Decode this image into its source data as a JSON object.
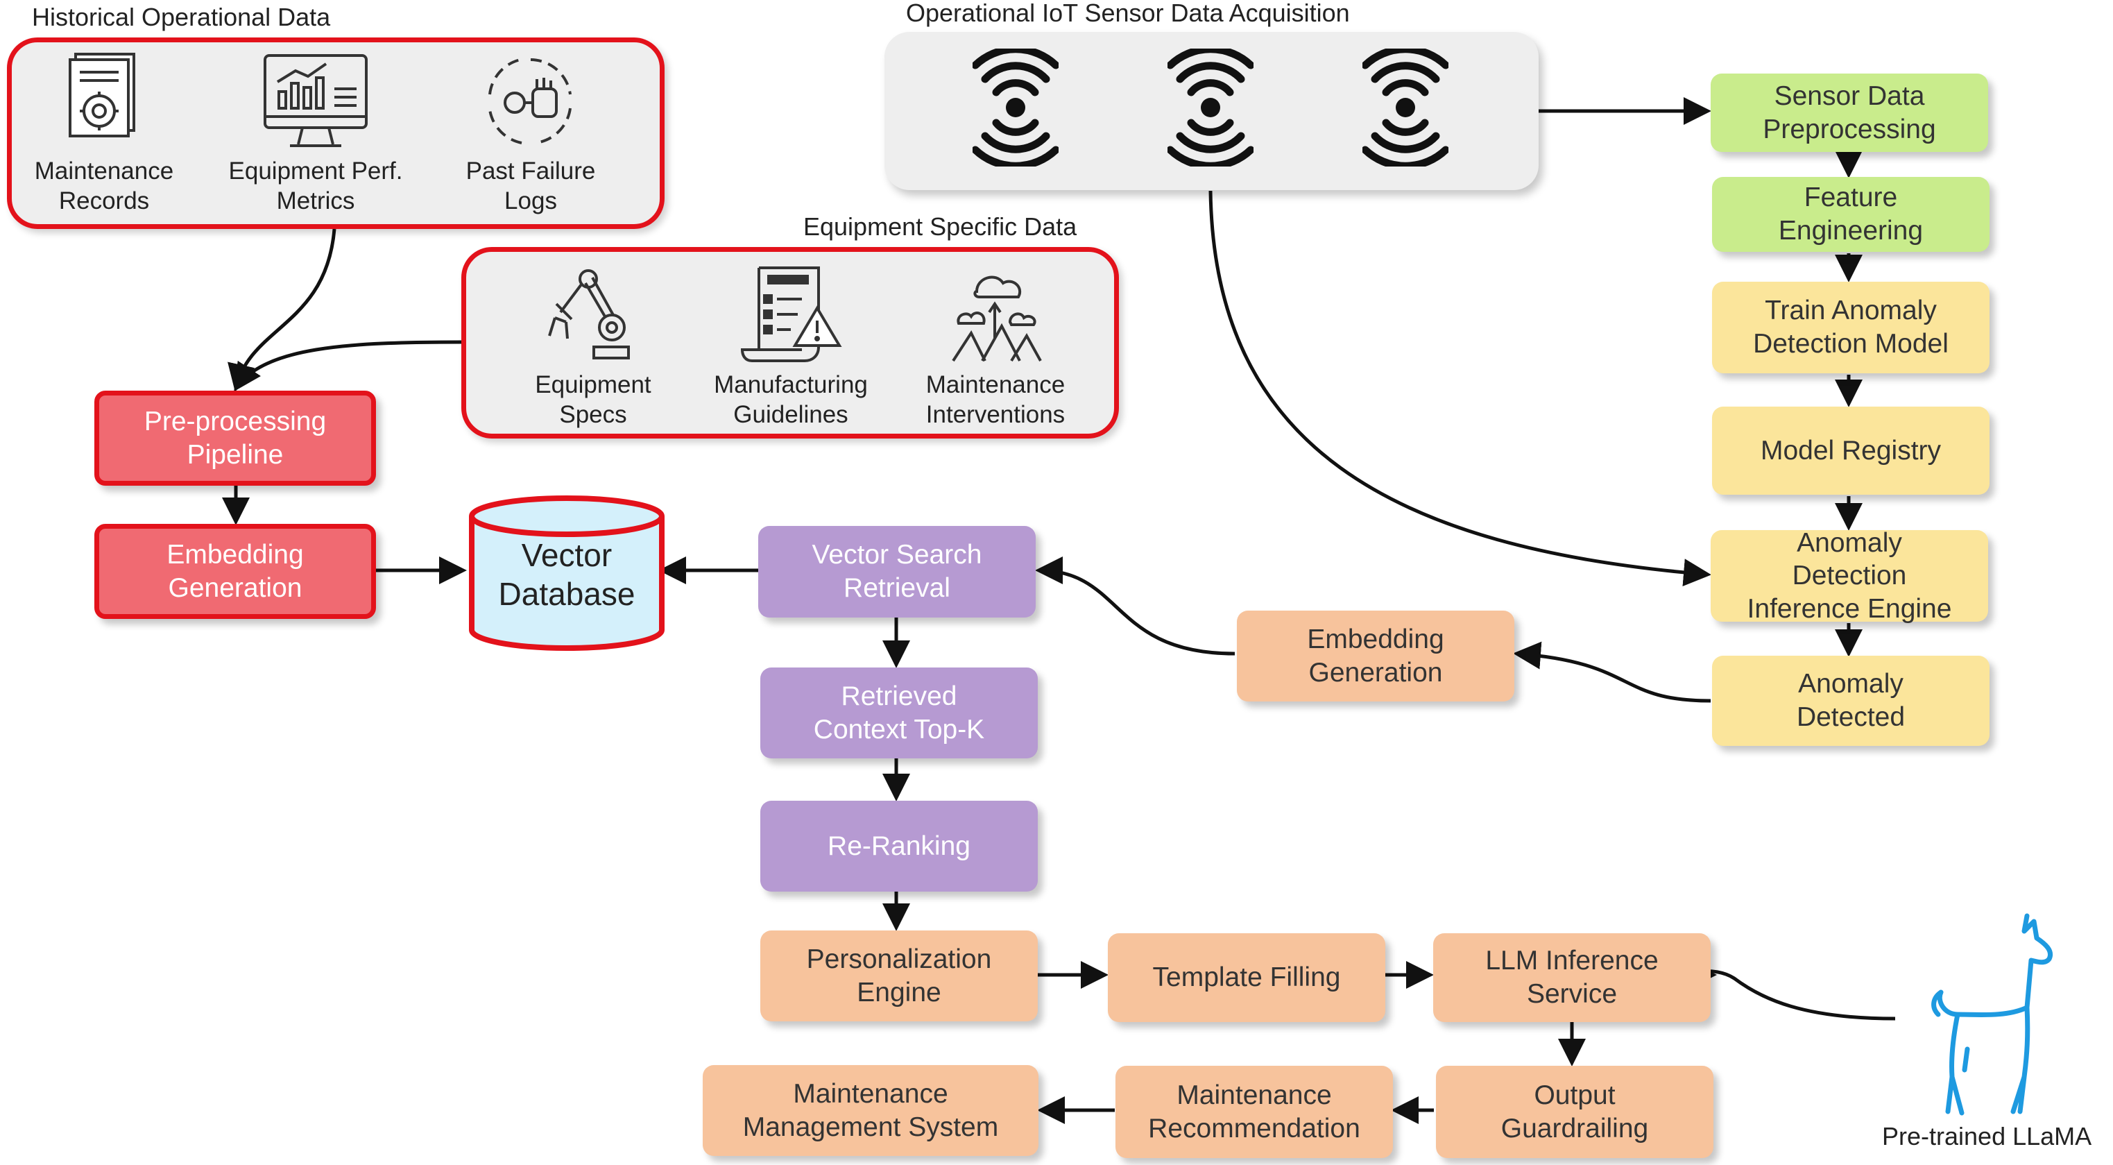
{
  "groups": {
    "historical": {
      "title": "Historical Operational Data",
      "items": [
        {
          "label": "Maintenance\nRecords",
          "icon": "maintenance-records-icon"
        },
        {
          "label": "Equipment Perf.\nMetrics",
          "icon": "equipment-metrics-icon"
        },
        {
          "label": "Past Failure\nLogs",
          "icon": "failure-logs-icon"
        }
      ]
    },
    "equipment": {
      "title": "Equipment Specific Data",
      "items": [
        {
          "label": "Equipment\nSpecs",
          "icon": "robot-arm-icon"
        },
        {
          "label": "Manufacturing\nGuidelines",
          "icon": "guidelines-icon"
        },
        {
          "label": "Maintenance\nInterventions",
          "icon": "interventions-icon"
        }
      ]
    },
    "iot": {
      "title": "Operational IoT Sensor Data Acquisition",
      "sensors": [
        "signal-icon",
        "signal-icon",
        "signal-icon"
      ]
    }
  },
  "nodes": {
    "preprocessing_pipeline": "Pre-processing\nPipeline",
    "embedding_generation_left": "Embedding\nGeneration",
    "vector_database": "Vector\nDatabase",
    "vector_search": "Vector Search\nRetrieval",
    "retrieved_context": "Retrieved\nContext Top-K",
    "reranking": "Re-Ranking",
    "personalization": "Personalization\nEngine",
    "template_filling": "Template Filling",
    "llm_inference": "LLM Inference\nService",
    "output_guardrailing": "Output\nGuardrailing",
    "maintenance_recommendation": "Maintenance\nRecommendation",
    "maintenance_management": "Maintenance\nManagement System",
    "embedding_generation_right": "Embedding\nGeneration",
    "sensor_preprocessing": "Sensor Data\nPreprocessing",
    "feature_engineering": "Feature\nEngineering",
    "train_model": "Train Anomaly\nDetection Model",
    "model_registry": "Model Registry",
    "inference_engine": "Anomaly\nDetection\nInference Engine",
    "anomaly_detected": "Anomaly\nDetected"
  },
  "llama": {
    "label": "Pre-trained LLaMA",
    "icon": "llama-icon"
  },
  "colors": {
    "red_border": "#e3121b",
    "red_fill": "#f06a72",
    "purple": "#b69ad2",
    "orange": "#f7c39c",
    "green": "#c9ec8c",
    "yellow": "#fbe59b",
    "database_fill": "#d4f0fb",
    "llama_blue": "#1e9ae0"
  }
}
